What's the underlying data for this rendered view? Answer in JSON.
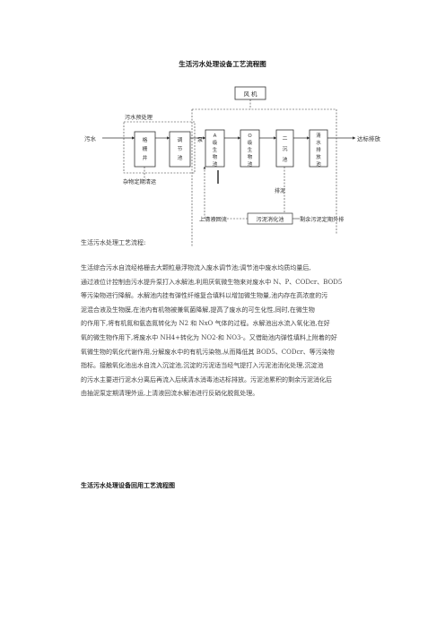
{
  "title": "生活污水处理设备工艺流程图",
  "diagram": {
    "fan": "风 机",
    "pretreat_label": "污水预处理",
    "input": "污水",
    "output": "达标排放",
    "grille_chars": [
      "格",
      "栅",
      "井"
    ],
    "tank_chars": [
      "调",
      "节",
      "池"
    ],
    "pump_label": "泵",
    "a_tank_chars": [
      "A",
      "级",
      "生",
      "物",
      "池"
    ],
    "o_tank_chars": [
      "O",
      "级",
      "生",
      "物",
      "池"
    ],
    "second_tank_chars": [
      "二",
      "沉",
      "池"
    ],
    "clear_tank_chars": [
      "清",
      "水",
      "排",
      "放",
      "池"
    ],
    "discharge_mud": "排泥",
    "debris": "杂物定期清运",
    "return_flow": "上清液回流",
    "sludge_tank": "污泥消化池",
    "residual_sludge": "剩余污泥定期外排"
  },
  "subtitle": "生活污水处理工艺流程:",
  "paragraph_lines": [
    "生活综合污水自流经格栅去大颗粒悬浮物流入废水调节池;调节池中废水均质均量后,",
    "通过液位计控制由污水提升泵打入水解池,利用厌氧微生物来对废水中 N、P、CODcr、BOD5",
    "等污染物进行降解。水解池内挂有弹性纤维复合填料以增加微生物量,池内存在高浓度的污",
    "泥混合液及生物膜,在池内有机物被兼氧菌降解,提高了废水的可生化性,同时,在微生物",
    "的作用下,将有机氮和氨态氮转化为 N2 和 NxO 气体的过程。水解池出水流入氧化池,在好",
    "氧的微生物作用下,将废水中 NH4+转化为 NO2-和 NO3-。又借助池内弹性填料上附着的好",
    "氧微生物的氧化代谢作用,分解废水中的有机污染物,从而降低其 BOD5、CODcr、等污染物",
    "指标。接触氧化池出水自流入沉淀池,沉淀的污泥适当经气提打入污泥池消化处理,沉淀池",
    "的污水主要进行泥水分离后再流入后续清水消毒池达标排放。污泥池累积的剩余污泥消化后",
    "由抽泥泵定期清理外运,上清液回流水解池进行反硝化脱氮处理。"
  ],
  "section_title": "生活污水处理设备回用工艺流程图"
}
